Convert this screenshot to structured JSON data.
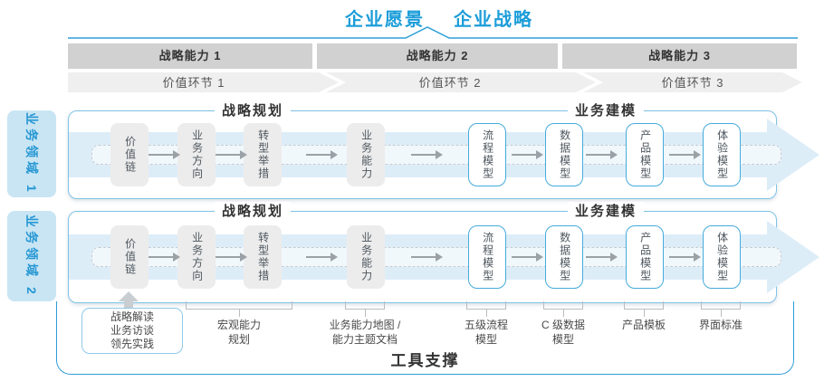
{
  "header": {
    "vision": "企业愿景",
    "strategy": "企业战略"
  },
  "strategic_capabilities": [
    "战略能力 1",
    "战略能力 2",
    "战略能力 3"
  ],
  "value_links": [
    "价值环节 1",
    "价值环节 2",
    "价值环节 3"
  ],
  "domains": [
    {
      "label": "业务领域 1",
      "sections": {
        "planning": "战略规划",
        "modeling": "业务建模"
      },
      "boxes": [
        {
          "label": "价值链",
          "type": "strategy"
        },
        {
          "label": "业务方向",
          "type": "strategy"
        },
        {
          "label": "转型举措",
          "type": "strategy"
        },
        {
          "label": "业务能力",
          "type": "strategy"
        },
        {
          "label": "流程模型",
          "type": "model"
        },
        {
          "label": "数据模型",
          "type": "model"
        },
        {
          "label": "产品模型",
          "type": "model"
        },
        {
          "label": "体验模型",
          "type": "model"
        }
      ]
    },
    {
      "label": "业务领域 2",
      "sections": {
        "planning": "战略规划",
        "modeling": "业务建模"
      },
      "boxes": [
        {
          "label": "价值链",
          "type": "strategy"
        },
        {
          "label": "业务方向",
          "type": "strategy"
        },
        {
          "label": "转型举措",
          "type": "strategy"
        },
        {
          "label": "业务能力",
          "type": "strategy"
        },
        {
          "label": "流程模型",
          "type": "model"
        },
        {
          "label": "数据模型",
          "type": "model"
        },
        {
          "label": "产品模型",
          "type": "model"
        },
        {
          "label": "体验模型",
          "type": "model"
        }
      ]
    }
  ],
  "annotations": {
    "sources_box": "战略解读\n业务访谈\n领先实践",
    "items": [
      "宏观能力\n规划",
      "业务能力地图 /\n能力主题文档",
      "五级流程\n模型",
      "C 级数据\n模型",
      "产品模板",
      "界面标准"
    ]
  },
  "footer": {
    "label": "工具支撑"
  },
  "colors": {
    "accent_blue": "#1B9DD9",
    "row_border": "#7FC3E4",
    "band_blue": "#DDEDF8",
    "box_gray": "#ECECEC",
    "box_blue_border": "#45ABDC",
    "bar_gray": "#D1D1D1",
    "chevron_gray": "#EFEFEF"
  }
}
